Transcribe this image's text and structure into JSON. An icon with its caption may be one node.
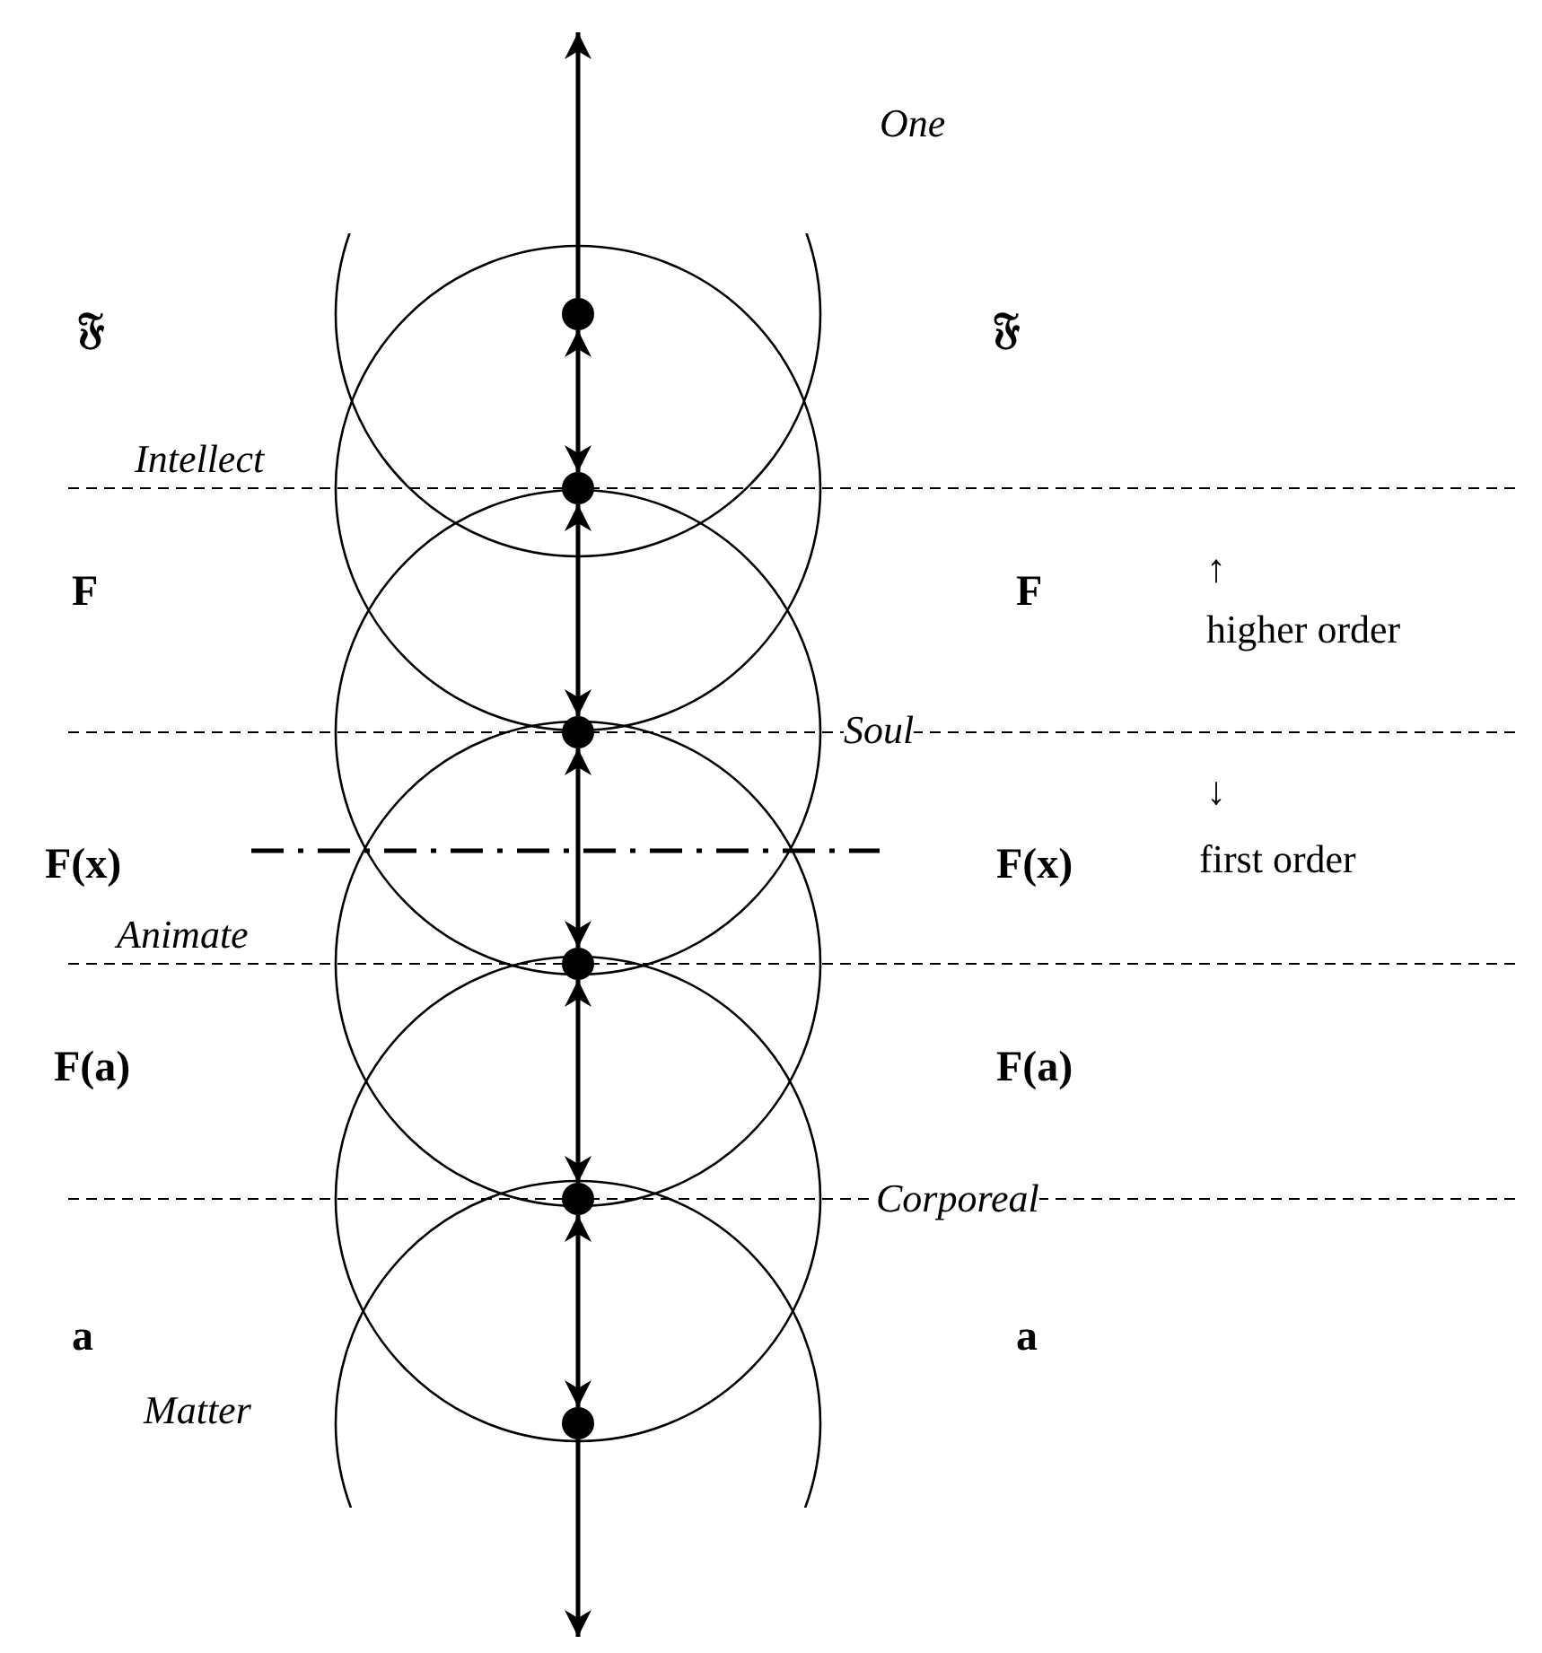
{
  "diagram": {
    "nodes": [
      {
        "text": [],
        "shape": "circle"
      },
      {
        "text": [],
        "shape": "circle"
      },
      {
        "text": [],
        "shape": "circle"
      },
      {
        "text": [],
        "shape": "circle"
      },
      {
        "text": [],
        "shape": "circle"
      },
      {
        "text": [],
        "shape": "circle"
      }
    ],
    "edges": [
      {
        "from": 0,
        "to": null,
        "arrow": "to"
      },
      {
        "from": 0,
        "to": 1,
        "arrow": "both"
      },
      {
        "from": 1,
        "to": 2,
        "arrow": "both"
      },
      {
        "from": 2,
        "to": 3,
        "arrow": "both"
      },
      {
        "from": 3,
        "to": 4,
        "arrow": "both"
      },
      {
        "from": 4,
        "to": 5,
        "arrow": "both"
      },
      {
        "from": 5,
        "to": null,
        "arrow": "to"
      }
    ],
    "labels": [
      "One",
      "𝔉",
      "𝔉",
      "Intellect",
      "F",
      "F",
      "↑",
      "higher order",
      "Soul",
      "↓",
      "F(x)",
      "F(x)",
      "first order",
      "Animate",
      "F(a)",
      "F(a)",
      "Corporeal",
      "a",
      "a",
      "Matter"
    ]
  }
}
